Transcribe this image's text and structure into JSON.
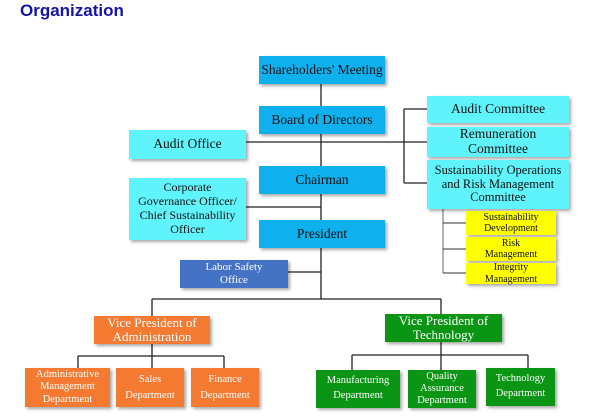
{
  "page": {
    "title": "Organization"
  },
  "colors": {
    "title": "#1414a8",
    "main_chain": "#0fb0ee",
    "committees_offices": "#5ff3fb",
    "sub_committees": "#ffff00",
    "labor_safety": "#4472c4",
    "administration": "#f47a32",
    "technology": "#0b9514"
  },
  "nodes": {
    "shareholders": "Shareholders' Meeting",
    "board": "Board of Directors",
    "audit_committee": "Audit Committee",
    "remuneration_committee": "Remuneration Committee",
    "sustainability_committee": "Sustainability Operations and Risk Management Committee",
    "sustainability_development": "Sustainability Development",
    "risk_management": "Risk Management",
    "integrity_management": "Integrity Management",
    "audit_office": "Audit Office",
    "chairman": "Chairman",
    "corporate_governance": "Corporate Governance Officer/ Chief Sustainability Officer",
    "president": "President",
    "labor_safety": "Labor Safety Office",
    "vp_admin": "Vice President of Administration",
    "admin_mgmt_dept": "Administrative Management Department",
    "sales_dept": "Sales Department",
    "finance_dept": "Finance Department",
    "vp_tech": "Vice President of Technology",
    "manufacturing_dept": "Manufacturing Department",
    "qa_dept": "Quality Assurance Department",
    "technology_dept": "Technology Department"
  }
}
